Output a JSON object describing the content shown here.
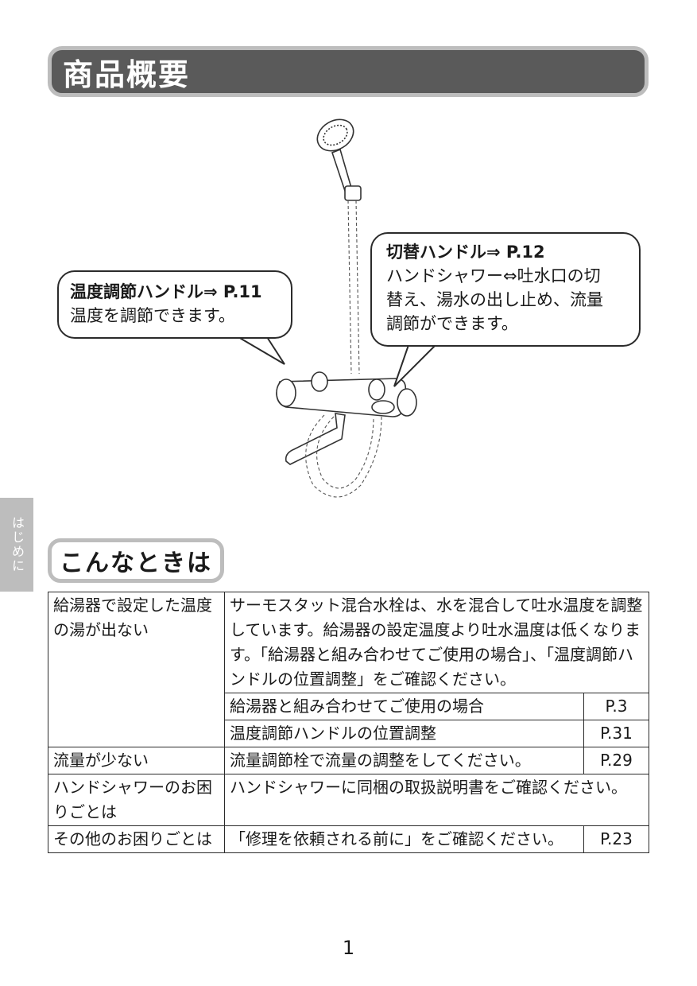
{
  "header": {
    "title": "商品概要"
  },
  "callouts": {
    "temp_handle": {
      "title": "温度調節ハンドル⇒ P.11",
      "body": "温度を調節できます。"
    },
    "switch_handle": {
      "title": "切替ハンドル⇒ P.12",
      "line1": "ハンドシャワー⇔吐水口の切",
      "line2": "替え、湯水の出し止め、流量",
      "line3": "調節ができます。"
    }
  },
  "side_tab": {
    "label": "はじめに"
  },
  "section": {
    "title": "こんなときは"
  },
  "faq": {
    "row1": {
      "problem": "給湯器で設定した温度の湯が出ない",
      "answer": "サーモスタット混合水栓は、水を混合して吐水温度を調整しています。給湯器の設定温度より吐水温度は低くなります。「給湯器と組み合わせてご使用の場合」、「温度調節ハンドルの位置調整」をご確認ください。",
      "sub1": {
        "text": "給湯器と組み合わせてご使用の場合",
        "ref": "P.3"
      },
      "sub2": {
        "text": "温度調節ハンドルの位置調整",
        "ref": "P.31"
      }
    },
    "row2": {
      "problem": "流量が少ない",
      "answer": "流量調節栓で流量の調整をしてください。",
      "ref": "P.29"
    },
    "row3": {
      "problem": "ハンドシャワーのお困りごとは",
      "answer": "ハンドシャワーに同梱の取扱説明書をご確認ください。"
    },
    "row4": {
      "problem": "その他のお困りごとは",
      "answer": "「修理を依頼される前に」をご確認ください。",
      "ref": "P.23"
    }
  },
  "footer": {
    "page_number": "1"
  }
}
